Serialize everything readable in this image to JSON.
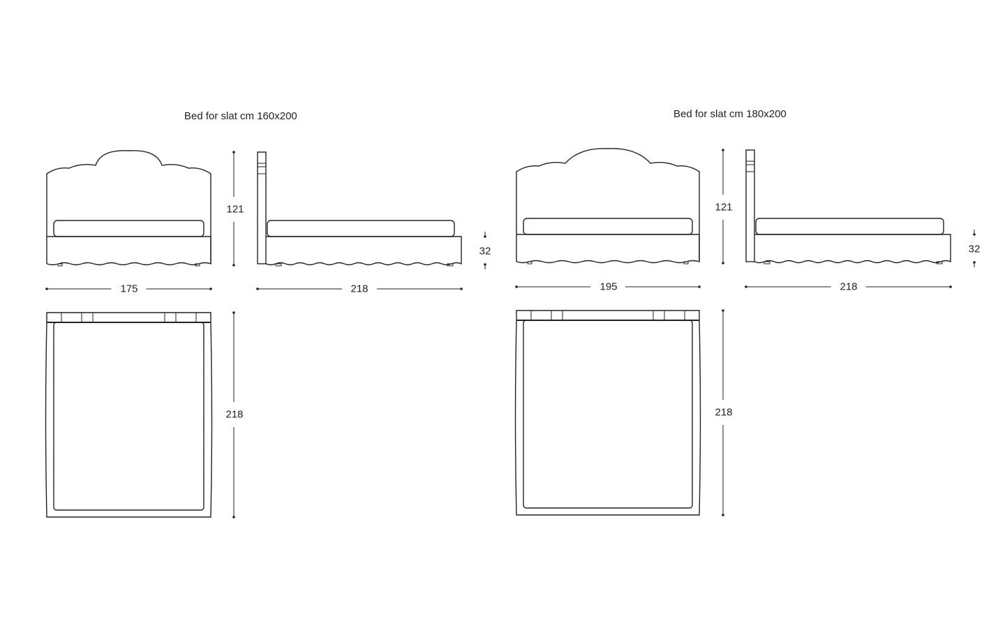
{
  "drawings": [
    {
      "title": "Bed for slat cm 160x200",
      "dims": {
        "front_width": "175",
        "height": "121",
        "length": "218",
        "base_height": "32",
        "top_length": "218"
      }
    },
    {
      "title": "Bed for slat cm 180x200",
      "dims": {
        "front_width": "195",
        "height": "121",
        "length": "218",
        "base_height": "32",
        "top_length": "218"
      }
    }
  ]
}
